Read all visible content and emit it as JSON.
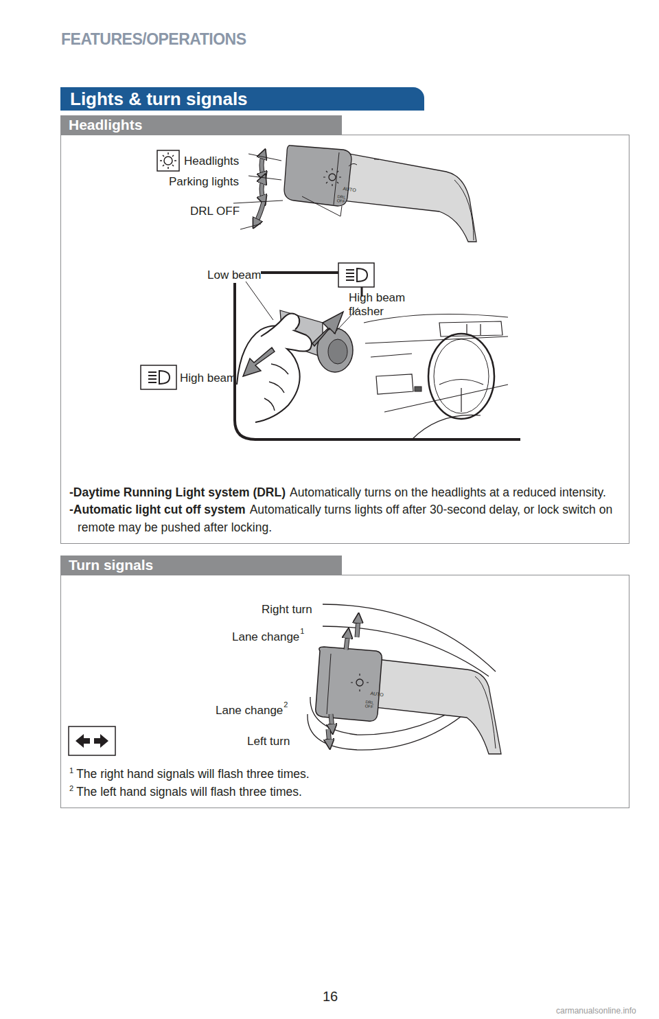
{
  "diagram": {
    "title": "FEATURES/OPERATIONS",
    "nodes": [
      {
        "text": [
          "Lights & turn signals"
        ]
      },
      {
        "text": [
          "Headlights"
        ]
      },
      {
        "text": [
          "-Daytime Running Light system (DRL)",
          "Automatically turns on the headlights at a reduced intensity.",
          "-Automatic light cut off system",
          "Automatically turns lights off after 30-second delay, or lock switch on remote may be pushed after locking."
        ]
      },
      {
        "text": [
          "Turn signals"
        ]
      },
      {
        "text": [
          "1",
          "The right hand signals will flash three times.",
          "2",
          "The left hand signals will flash three times."
        ]
      }
    ],
    "labels": [
      "Headlights",
      "Parking lights",
      "DRL OFF",
      "AUTO",
      "DRL OFF",
      "Low beam",
      "High beam flasher",
      "High beam",
      "Right turn",
      "Lane change",
      "1",
      "Lane change",
      "2",
      "Left turn",
      "AUTO",
      "DRL OFF",
      "16",
      "carmanualsonline.info"
    ]
  }
}
